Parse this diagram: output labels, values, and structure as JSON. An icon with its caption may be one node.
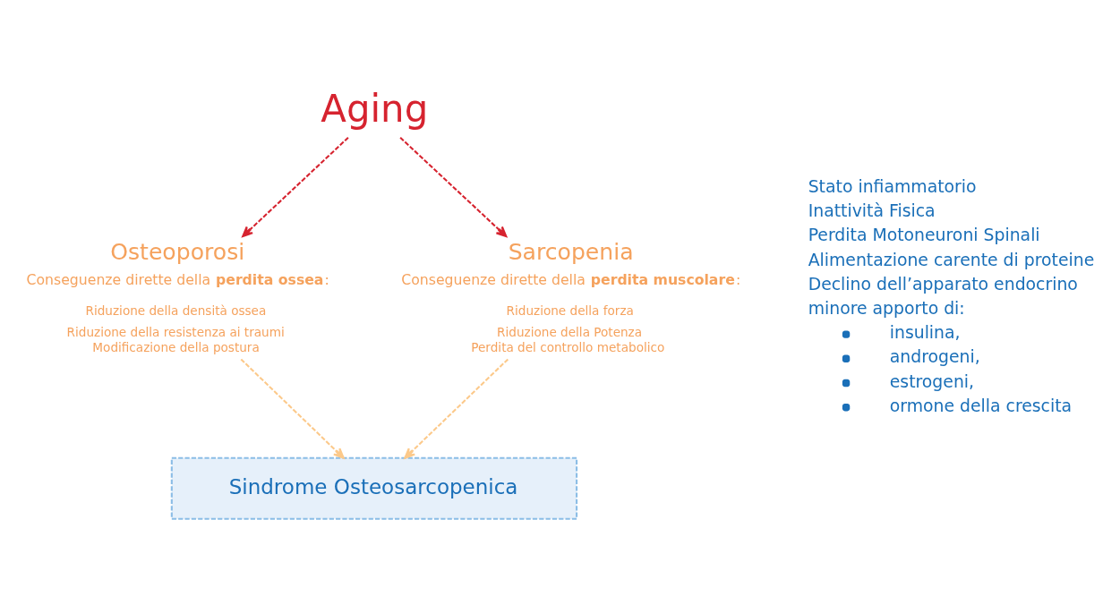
{
  "diagram": {
    "nodes": [
      {
        "text": [
          "Aging"
        ]
      },
      {
        "text": [
          "Osteoporosi",
          "Conseguenze dirette della **perdita ossea**:",
          "Riduzione della densità ossea",
          "Riduzione della resistenza ai traumi",
          "Modificazione della postura"
        ]
      },
      {
        "text": [
          "Sarcopenia",
          "Conseguenze dirette della **perdita muscolare**:",
          "Riduzione della forza",
          "Riduzione della Potenza",
          "Perdita del controllo metabolico"
        ]
      },
      {
        "text": [
          "Sindrome Osteosarcopenica"
        ]
      }
    ],
    "edges": [
      {
        "from": 0,
        "to": 1,
        "arrow": "to",
        "style": "dashed",
        "color": "#d6232f"
      },
      {
        "from": 0,
        "to": 2,
        "arrow": "to",
        "style": "dashed",
        "color": "#d6232f"
      },
      {
        "from": 1,
        "to": 3,
        "arrow": "to",
        "style": "dashed",
        "color": "#fcc98a"
      },
      {
        "from": 2,
        "to": 3,
        "arrow": "to",
        "style": "dashed",
        "color": "#fcc98a"
      }
    ],
    "labels": [
      "Stato infiammatorio",
      "Inattività Fisica",
      "Perdita Motoneuroni Spinali",
      "Alimentazione carente di proteine",
      "Declino dell’apparato endocrino",
      "minore apporto di:",
      "insulina,",
      "androgeni,",
      "estrogeni,",
      "ormone della crescita"
    ]
  }
}
